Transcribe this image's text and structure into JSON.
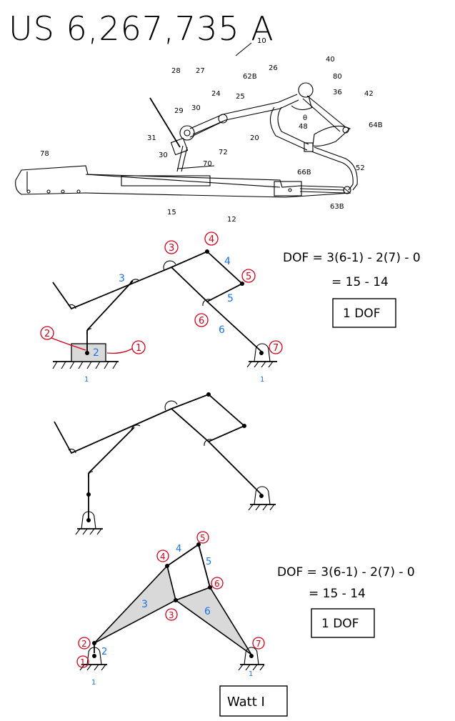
{
  "header": {
    "title": "US 6,267,735 A"
  },
  "patent_labels": {
    "l10": "10",
    "l26": "26",
    "l40": "40",
    "l80": "80",
    "l62b": "62B",
    "l28": "28",
    "l27": "27",
    "l24": "24",
    "l25": "25",
    "l36": "36",
    "l42": "42",
    "l29": "29",
    "l30a": "30",
    "l31": "31",
    "l30b": "30",
    "l72": "72",
    "l20": "20",
    "l48": "48",
    "l64b": "64B",
    "l70": "70",
    "l66b": "66B",
    "l52": "52",
    "l78": "78",
    "l15": "15",
    "l12": "12",
    "l63b": "63B",
    "theta": "θ"
  },
  "diagram1": {
    "joints": {
      "j1": "1",
      "j2": "2",
      "j3": "3",
      "j4": "4",
      "j5": "5",
      "j6": "6",
      "j7": "7"
    },
    "links": {
      "k2": "2",
      "k3": "3",
      "k4": "4",
      "k5": "5",
      "k6": "6"
    },
    "grounds": {
      "g1": "1",
      "g2": "1"
    },
    "dof_eq1": "DOF = 3(6-1) - 2(7) - 0",
    "dof_eq2": "= 15 - 14",
    "dof_result": "1 DOF"
  },
  "diagram3": {
    "joints": {
      "j1": "1",
      "j2": "2",
      "j3": "3",
      "j4": "4",
      "j5": "5",
      "j6": "6",
      "j7": "7"
    },
    "links": {
      "k2": "2",
      "k3": "3",
      "k4": "4",
      "k5": "5",
      "k6": "6"
    },
    "grounds": {
      "g1": "1",
      "g2": "1"
    },
    "dof_eq1": "DOF = 3(6-1) - 2(7) - 0",
    "dof_eq2": "= 15 - 14",
    "dof_result": "1 DOF",
    "mechanism_name": "Watt I"
  },
  "colors": {
    "joint_label": "#d0021b",
    "link_label": "#1a73e8",
    "ink": "#000000",
    "shade": "#d9d9d9"
  }
}
